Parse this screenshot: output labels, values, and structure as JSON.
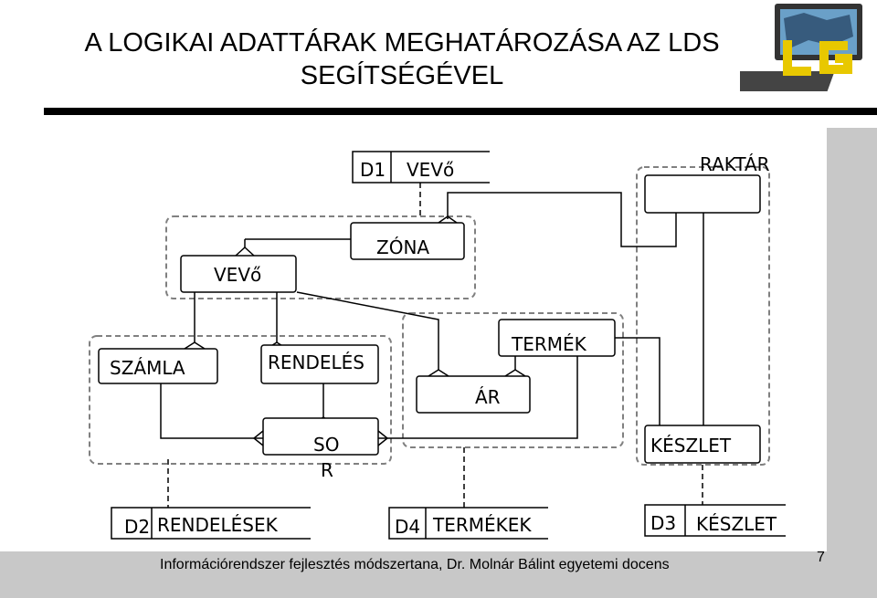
{
  "title": {
    "line1": "A LOGIKAI ADATTÁRAK MEGHATÁROZÁSA AZ LDS",
    "line2": "SEGÍTSÉGÉVEL"
  },
  "entities": {
    "vevo": "VEVő",
    "zona": "ZÓNA",
    "raktar": "RAKTÁR",
    "szamla": "SZÁMLA",
    "rendeles": "RENDELÉS",
    "termek": "TERMÉK",
    "ar": "ÁR",
    "sor_line1": "SO",
    "sor_line2": "R",
    "keszlet": "KÉSZLET"
  },
  "stores": {
    "d1": {
      "id": "D1",
      "name": "VEVő"
    },
    "d2": {
      "id": "D2",
      "name": "RENDELÉSEK"
    },
    "d4": {
      "id": "D4",
      "name": "TERMÉKEK"
    },
    "d3": {
      "id": "D3",
      "name": "KÉSZLET"
    }
  },
  "footer": {
    "text": "Információrendszer fejlesztés módszertana, Dr. Molnár Bálint egyetemi docens",
    "page": "7"
  },
  "colors": {
    "accent_bar": "#000000",
    "frame_gray": "#c8c8c8",
    "group_dash": "#808080"
  }
}
